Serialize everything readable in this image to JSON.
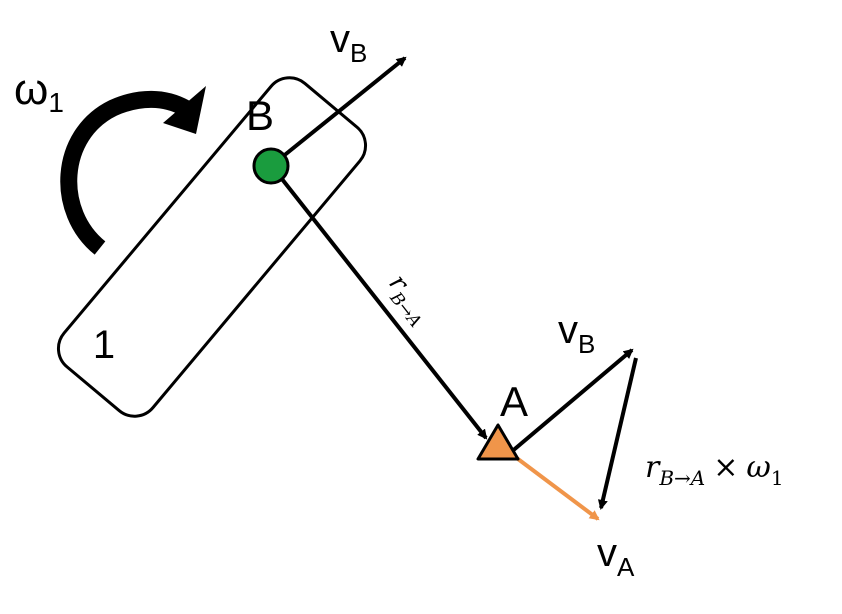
{
  "link": {
    "label": "1",
    "rotation_label": {
      "symbol": "ω",
      "subscript": "1"
    }
  },
  "point_b": {
    "label": "B",
    "color": "#1a9c3e",
    "velocity_label": {
      "symbol": "v",
      "subscript": "B"
    }
  },
  "point_a": {
    "label": "A",
    "color": "#f0954a",
    "velocity_label": {
      "symbol": "v",
      "subscript": "A"
    }
  },
  "position_vector_label": {
    "symbol": "r",
    "subscript": "B→A"
  },
  "triangle": {
    "vb_label": {
      "symbol": "v",
      "subscript": "B"
    },
    "cross_label": {
      "symbol": "r",
      "subscript": "B→A",
      "operator": "×",
      "omega": "ω",
      "omega_subscript": "1"
    }
  },
  "colors": {
    "stroke": "#000000",
    "velocity_a": "#f0954a",
    "point_b_fill": "#1a9c3e",
    "point_a_fill": "#f0954a"
  }
}
